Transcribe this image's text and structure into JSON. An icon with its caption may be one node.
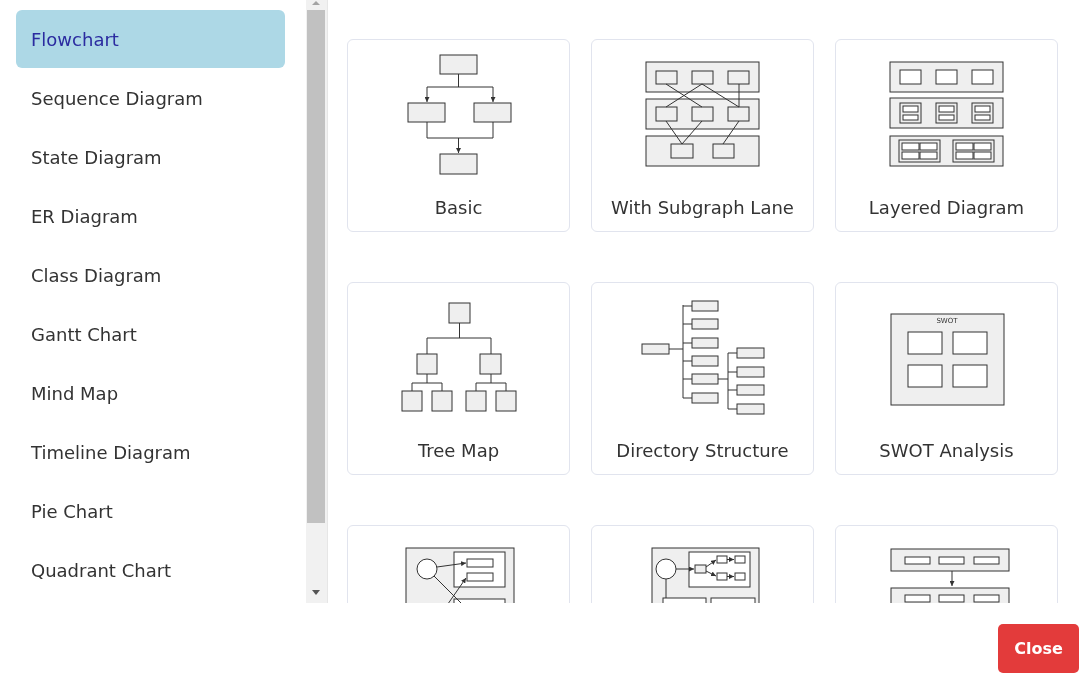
{
  "diagram": {
    "nodes": [
      {
        "text": [
          "Flowchart"
        ]
      },
      {
        "text": [
          "Sequence Diagram"
        ]
      },
      {
        "text": [
          "State Diagram"
        ]
      },
      {
        "text": [
          "ER Diagram"
        ]
      },
      {
        "text": [
          "Class Diagram"
        ]
      },
      {
        "text": [
          "Gantt Chart"
        ]
      },
      {
        "text": [
          "Mind Map"
        ]
      },
      {
        "text": [
          "Timeline Diagram"
        ]
      },
      {
        "text": [
          "Pie Chart"
        ]
      },
      {
        "text": [
          "Quadrant Chart"
        ]
      },
      {
        "text": [
          "Basic"
        ]
      },
      {
        "text": [
          "With Subgraph Lane"
        ]
      },
      {
        "text": [
          "Layered Diagram"
        ]
      },
      {
        "text": [
          "Tree Map"
        ]
      },
      {
        "text": [
          "Directory Structure"
        ]
      },
      {
        "text": [
          "SWOT Analysis"
        ]
      },
      {
        "text": [],
        "shape": "picture"
      },
      {
        "text": [],
        "shape": "picture"
      },
      {
        "text": [],
        "shape": "picture"
      },
      {
        "text": [
          "Close"
        ]
      }
    ],
    "labels": [
      "SWOT"
    ]
  }
}
